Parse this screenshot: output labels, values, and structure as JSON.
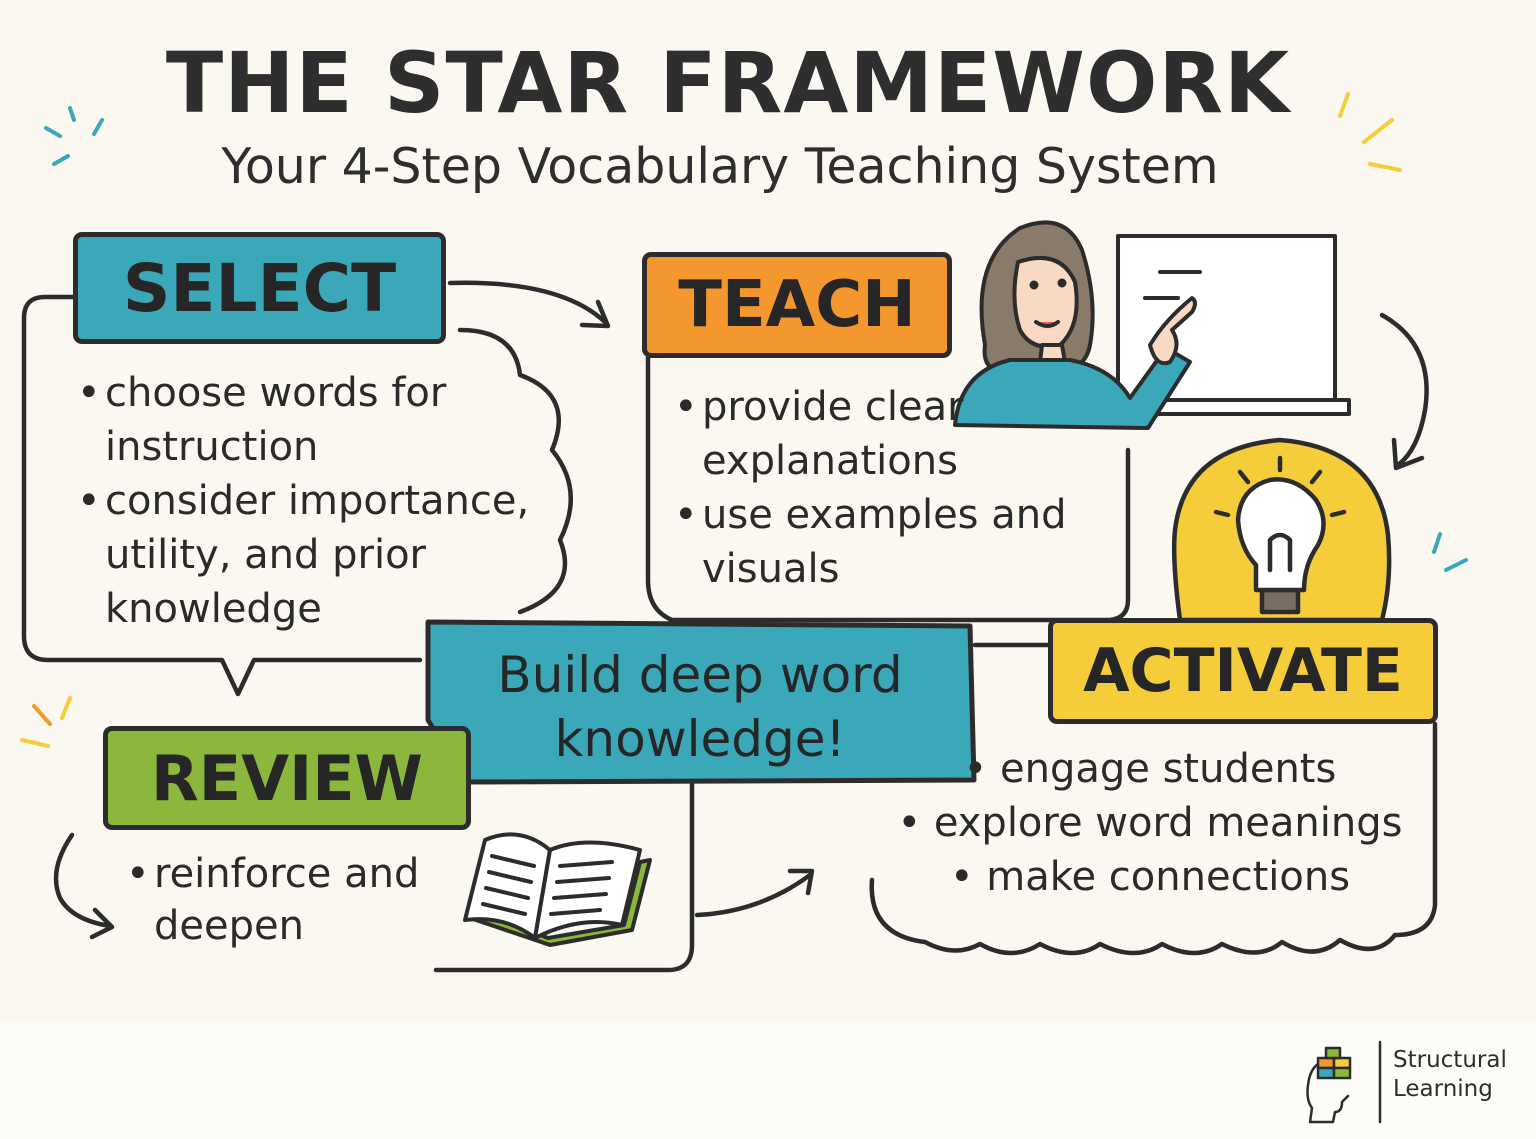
{
  "header": {
    "title": "THE STAR FRAMEWORK",
    "subtitle": "Your 4-Step Vocabulary Teaching System"
  },
  "steps": {
    "select": {
      "label": "SELECT",
      "color": "#3aa8b8",
      "bullets": [
        "choose words for instruction",
        "consider importance, utility, and prior knowledge"
      ]
    },
    "teach": {
      "label": "TEACH",
      "color": "#f5972f",
      "bullets": [
        "provide clear explanations",
        "use examples and visuals"
      ]
    },
    "activate": {
      "label": "ACTIVATE",
      "color": "#f5cd3b",
      "bullets": [
        "engage students",
        "explore word meanings",
        "make connections"
      ]
    },
    "review": {
      "label": "REVIEW",
      "color": "#8bb83c",
      "bullets": [
        "reinforce and deepen"
      ]
    }
  },
  "center": {
    "text": "Build deep word knowledge!",
    "color": "#3aa8b8"
  },
  "illustrations": [
    "teacher-pointing-at-board-icon",
    "lightbulb-icon",
    "open-book-icon"
  ],
  "brand": {
    "line1": "Structural",
    "line2": "Learning"
  }
}
